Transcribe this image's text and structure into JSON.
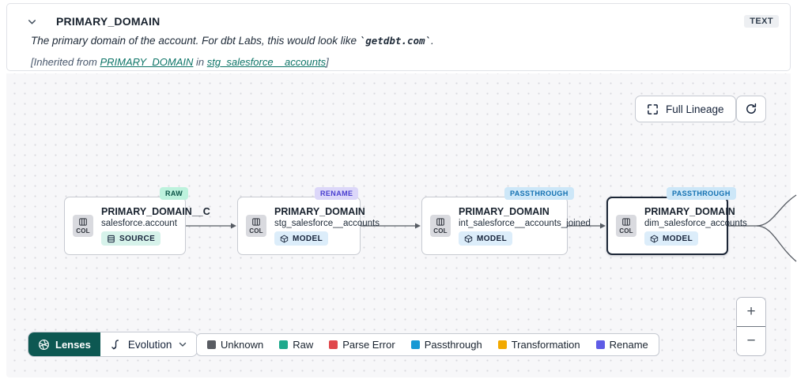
{
  "header": {
    "title": "PRIMARY_DOMAIN",
    "type_badge": "TEXT",
    "description_prefix": "The primary domain of the account. For dbt Labs, this would look like ",
    "description_code": "`getdbt.com`",
    "description_suffix": ".",
    "inherited_prefix": "[Inherited from ",
    "inherited_link_column": "PRIMARY_DOMAIN",
    "inherited_middle": " in ",
    "inherited_link_model": "stg_salesforce__accounts",
    "inherited_suffix": "]"
  },
  "canvas": {
    "full_lineage_label": "Full Lineage",
    "zoom_in_label": "+",
    "zoom_out_label": "−",
    "nodes": [
      {
        "lens_badge": "RAW",
        "title": "PRIMARY_DOMAIN__C",
        "subtitle": "salesforce.account",
        "type_label": "SOURCE",
        "col_label": "COL",
        "selected": false
      },
      {
        "lens_badge": "RENAME",
        "title": "PRIMARY_DOMAIN",
        "subtitle": "stg_salesforce__accounts",
        "type_label": "MODEL",
        "col_label": "COL",
        "selected": false
      },
      {
        "lens_badge": "PASSTHROUGH",
        "title": "PRIMARY_DOMAIN",
        "subtitle": "int_salesforce__accounts_joined",
        "type_label": "MODEL",
        "col_label": "COL",
        "selected": false
      },
      {
        "lens_badge": "PASSTHROUGH",
        "title": "PRIMARY_DOMAIN",
        "subtitle": "dim_salesforce_accounts",
        "type_label": "MODEL",
        "col_label": "COL",
        "selected": true
      }
    ]
  },
  "toolbar": {
    "lenses_label": "Lenses",
    "lens_selected": "Evolution"
  },
  "legend": {
    "items": [
      {
        "label": "Unknown",
        "color": "#595c62"
      },
      {
        "label": "Raw",
        "color": "#1fa98c"
      },
      {
        "label": "Parse Error",
        "color": "#e0474b"
      },
      {
        "label": "Passthrough",
        "color": "#1799d4"
      },
      {
        "label": "Transformation",
        "color": "#f2a900"
      },
      {
        "label": "Rename",
        "color": "#5f5ce6"
      }
    ]
  },
  "colors": {
    "lenses_button": "#0d5852",
    "link_teal": "#0d7467",
    "raw_badge_bg": "#bdf2dd",
    "rename_badge_bg": "#dcd7f9",
    "passthrough_badge_bg": "#cde7f8",
    "canvas_bg": "#f7f7f9"
  }
}
